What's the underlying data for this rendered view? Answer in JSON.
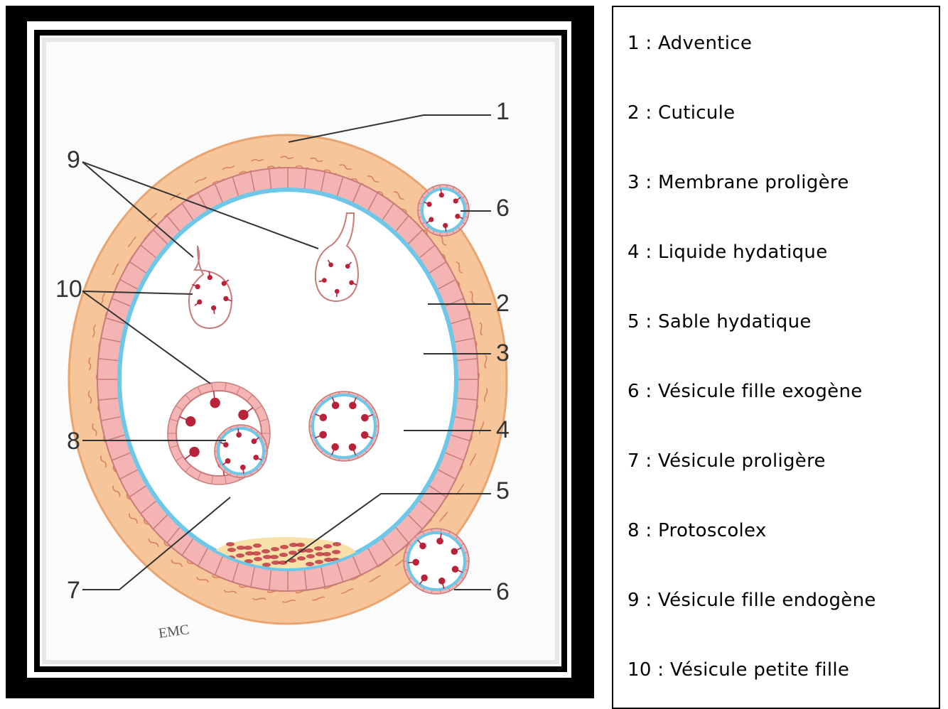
{
  "diagram": {
    "callouts": [
      "1",
      "2",
      "3",
      "4",
      "5",
      "6",
      "6",
      "7",
      "8",
      "9",
      "10"
    ],
    "signature": "EMC",
    "colors": {
      "adventice": "#f6c69a",
      "adventice_edge": "#e9a46f",
      "wave": "#d9825b",
      "cuticle": "#f4b4b4",
      "cuticle_line": "#c97a7a",
      "germinal": "#6cc7e8",
      "protoscolex": "#b8233a",
      "sand": "#f7e1a9"
    }
  },
  "legend": {
    "items": [
      "1 : Adventice",
      "2 : Cuticule",
      "3 : Membrane proligère",
      "4 : Liquide hydatique",
      "5 : Sable hydatique",
      "6 : Vésicule fille exogène",
      "7 : Vésicule proligère",
      "8 : Protoscolex",
      "9 : Vésicule fille endogène",
      "10 : Vésicule petite fille"
    ]
  }
}
